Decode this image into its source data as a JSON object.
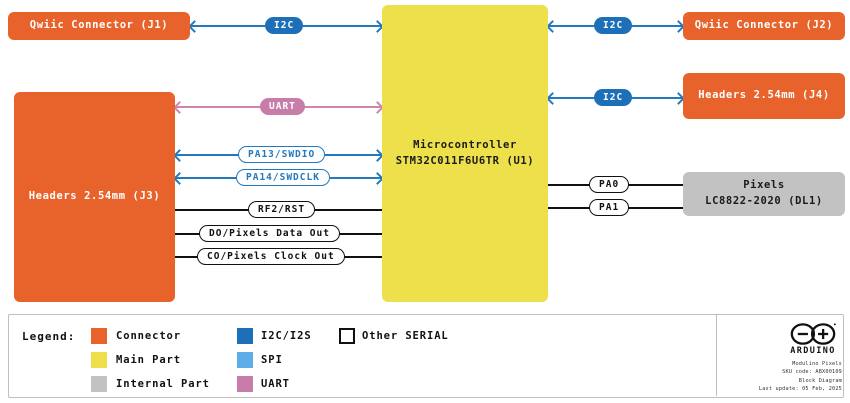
{
  "diagram": {
    "title": "Modulino Pixels Block Diagram",
    "colors": {
      "connector": "#E8632C",
      "main_part": "#EDE04A",
      "internal_part": "#C2C2C2",
      "i2c_i2s": "#1D6FB8",
      "spi": "#5DADE8",
      "uart": "#C87DA8",
      "other_serial": "#FFFFFF",
      "line_blue": "#2279BE",
      "line_pink": "#CE85B0",
      "line_black": "#111111"
    },
    "blocks": {
      "j1": {
        "label": "Qwiic Connector (J1)",
        "type": "connector"
      },
      "j2": {
        "label": "Qwiic Connector (J2)",
        "type": "connector"
      },
      "j3": {
        "label": "Headers 2.54mm (J3)",
        "type": "connector"
      },
      "j4": {
        "label": "Headers 2.54mm (J4)",
        "type": "connector"
      },
      "mcu": {
        "line1": "Microcontroller",
        "line2": "STM32C011F6U6TR (U1)",
        "type": "main_part"
      },
      "pixels": {
        "line1": "Pixels",
        "line2": "LC8822-2020 (DL1)",
        "type": "internal_part"
      }
    },
    "signals": {
      "i2c_j1": "I2C",
      "i2c_j2": "I2C",
      "i2c_j4": "I2C",
      "uart_j3": "UART",
      "swdio": "PA13/SWDIO",
      "swdclk": "PA14/SWDCLK",
      "reset": "RF2/RST",
      "data_out": "DO/Pixels Data Out",
      "clock_out": "CO/Pixels Clock Out",
      "pa0": "PA0",
      "pa1": "PA1"
    }
  },
  "legend": {
    "title": "Legend:",
    "items": [
      {
        "label": "Connector",
        "color": "#E8632C",
        "outlined": false
      },
      {
        "label": "Main Part",
        "color": "#EDE04A",
        "outlined": false
      },
      {
        "label": "Internal Part",
        "color": "#C2C2C2",
        "outlined": false
      },
      {
        "label": "I2C/I2S",
        "color": "#1D6FB8",
        "outlined": false
      },
      {
        "label": "SPI",
        "color": "#5DADE8",
        "outlined": false
      },
      {
        "label": "UART",
        "color": "#C87DA8",
        "outlined": false
      },
      {
        "label": "Other SERIAL",
        "color": "#FFFFFF",
        "outlined": true
      }
    ]
  },
  "credit": {
    "wordmark": "ARDUINO",
    "product": "Modulino Pixels",
    "sku": "SKU code: ABX00109",
    "doc_type": "Block Diagram",
    "last_update": "Last update: 05 Feb, 2025"
  }
}
